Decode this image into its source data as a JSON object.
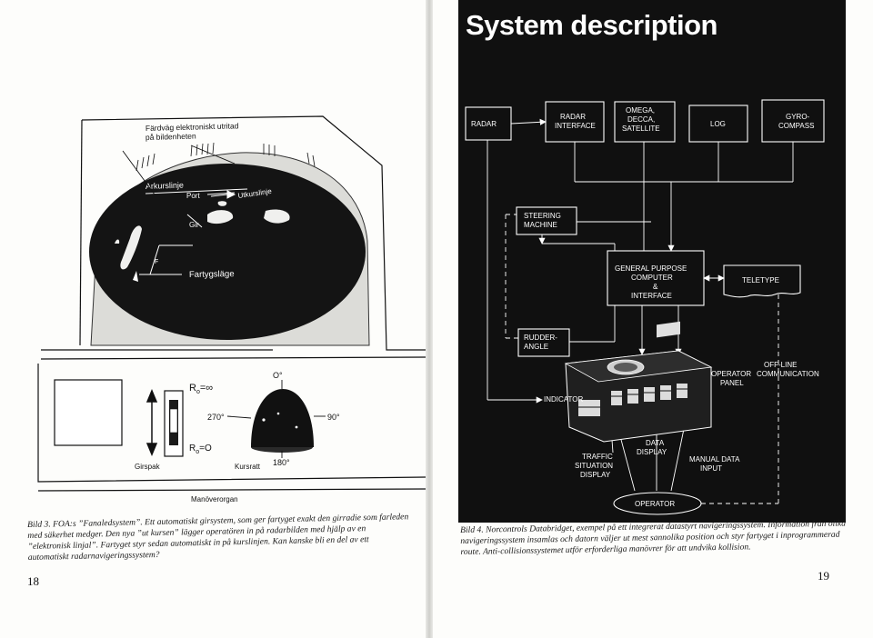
{
  "left_page": {
    "figure": {
      "callout_title": "Färdväg elektroniskt utritad på bildenheten",
      "callout_title_line1": "Färdväg elektroniskt utritad",
      "callout_title_line2": "på bildenheten",
      "label_arkurslinje": "Arkurslinje",
      "label_port": "Port",
      "label_utkurslinje": "Utkurslinje",
      "label_gir": "Gir",
      "label_f": "F",
      "label_fartygslage": "Fartygsläge",
      "label_r_infinity": "R",
      "label_r_infinity_sub": "o",
      "label_r_infinity_value": "=∞",
      "label_r_zero": "R",
      "label_r_zero_sub": "o",
      "label_r_zero_value": "=O",
      "dial_0": "O°",
      "dial_90": "90°",
      "dial_180": "180°",
      "dial_270": "270°",
      "label_girspak": "Girspak",
      "label_kursratt": "Kursratt",
      "label_manoverorgan": "Manöverorgan"
    },
    "caption": {
      "label": "Bild 3.",
      "text": "FOA:s ”Fanaledsystem”. Ett automatiskt girsystem, som ger fartyget exakt den girradie som farleden med säkerhet medger. Den nya ”ut kursen” lägger operatören in på radarbilden med hjälp av en ”elektronisk linjal”. Fartyget styr sedan automatiskt in på kurslinjen. Kan kanske bli en del av ett automatiskt radarnavigeringssystem?"
    },
    "page_number": "18"
  },
  "right_page": {
    "title": "System description",
    "diagram": {
      "radar": "RADAR",
      "radar_interface_1": "RADAR",
      "radar_interface_2": "INTERFACE",
      "omega_1": "OMEGA,",
      "omega_2": "DECCA,",
      "omega_3": "SATELLITE",
      "log": "LOG",
      "gyro_1": "GYRO-",
      "gyro_2": "COMPASS",
      "steering_1": "STEERING",
      "steering_2": "MACHINE",
      "gp_1": "GENERAL PURPOSE",
      "gp_2": "COMPUTER",
      "gp_3": "&",
      "gp_4": "INTERFACE",
      "teletype": "TELETYPE",
      "rudder_1": "RUDDER-",
      "rudder_2": "ANGLE",
      "operator_panel_1": "OPERATOR",
      "operator_panel_2": "PANEL",
      "offline_1": "OFF-LINE",
      "offline_2": "COMMUNICATION",
      "indicator": "INDICATOR",
      "data_display_1": "DATA",
      "data_display_2": "DISPLAY",
      "traffic_1": "TRAFFIC",
      "traffic_2": "SITUATION",
      "traffic_3": "DISPLAY",
      "manual_1": "MANUAL DATA",
      "manual_2": "INPUT",
      "operator": "OPERATOR"
    },
    "caption": {
      "label": "Bild 4.",
      "text": "Norcontrols Databridget, exempel på ett integrerat datastyrt navigeringssystem. Information från olika navigeringssystem insamlas och datorn väljer ut mest sannolika position och styr fartyget i inprogrammerad route. Anti-collisionssystemet utför erforderliga manövrer för att undvika kollision."
    },
    "page_number": "19"
  }
}
